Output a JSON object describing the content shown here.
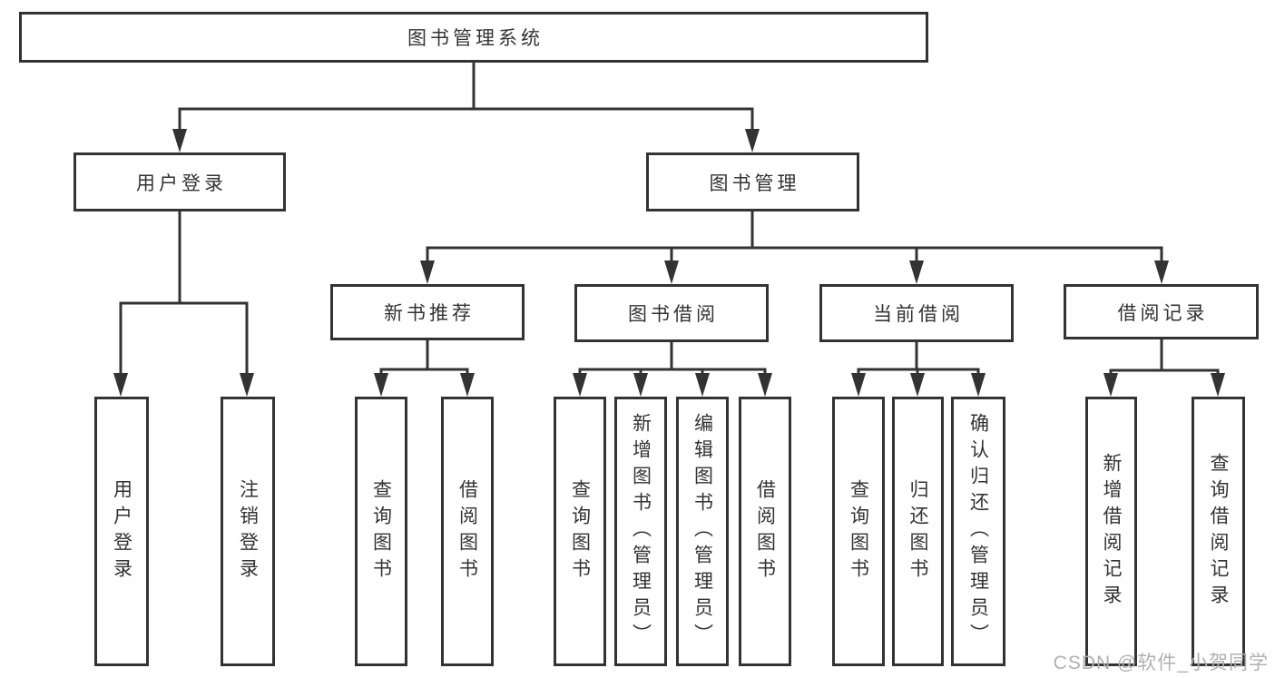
{
  "tree": {
    "root": "图书管理系统",
    "branches": [
      {
        "label": "用户登录",
        "children": [
          "用户登录",
          "注销登录"
        ]
      },
      {
        "label": "图书管理",
        "sections": [
          {
            "label": "新书推荐",
            "children": [
              "查询图书",
              "借阅图书"
            ]
          },
          {
            "label": "图书借阅",
            "children": [
              "查询图书",
              "新增图书（管理员）",
              "编辑图书（管理员）",
              "借阅图书"
            ]
          },
          {
            "label": "当前借阅",
            "children": [
              "查询图书",
              "归还图书",
              "确认归还（管理员）"
            ]
          },
          {
            "label": "借阅记录",
            "children": [
              "新增借阅记录",
              "查询借阅记录"
            ]
          }
        ]
      }
    ]
  },
  "watermark": "CSDN @软件_小贺同学",
  "colors": {
    "line": "#333333",
    "text": "#333333",
    "watermark": "#b0b0b0",
    "background": "#ffffff"
  }
}
